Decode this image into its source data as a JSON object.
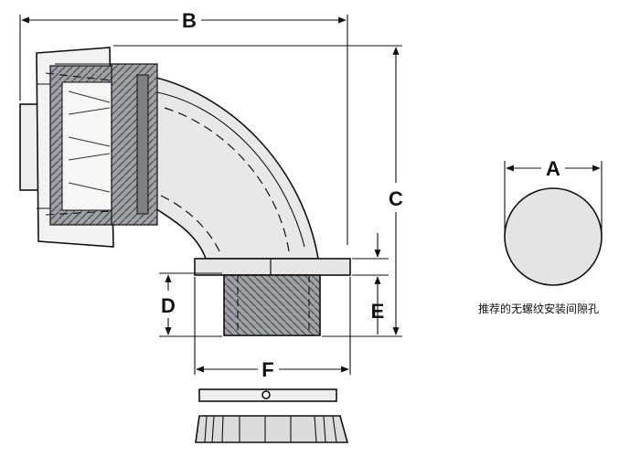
{
  "dimensions": {
    "a": "A",
    "b": "B",
    "c": "C",
    "d": "D",
    "e": "E",
    "f": "F"
  },
  "hole": {
    "caption": "推荐的无螺纹安装间隙孔"
  },
  "colors": {
    "line": "#111111",
    "body_fill": "#e8e8e8",
    "thread_fill": "#9fa2a8",
    "shadow_fill": "#7d7f84",
    "hole_fill": "#e4e4e4"
  }
}
